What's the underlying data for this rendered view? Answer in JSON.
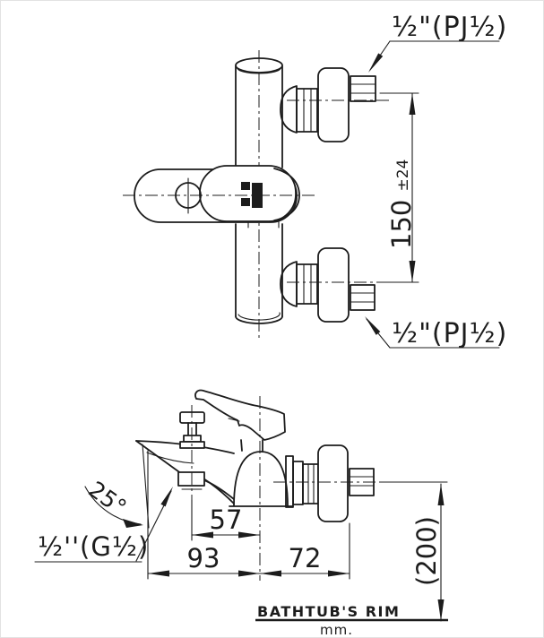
{
  "front_view": {
    "top_inlet_label": "½\"(PJ½)",
    "bottom_inlet_label": "½\"(PJ½)",
    "inlet_distance": "150",
    "inlet_distance_tolerance": "±24"
  },
  "side_view": {
    "spout_angle": "25°",
    "outlet_thread_label": "½''(G½)",
    "dim_diverter_to_body_center": "57",
    "dim_spout_tip_to_body_center": "93",
    "dim_body_center_to_wall": "72",
    "dim_height_above_rim": "(200)",
    "reference_line_label": "BATHTUB'S RIM",
    "unit_label": "mm."
  },
  "colors": {
    "line": "#1c1c1c",
    "background": "#ffffff"
  }
}
